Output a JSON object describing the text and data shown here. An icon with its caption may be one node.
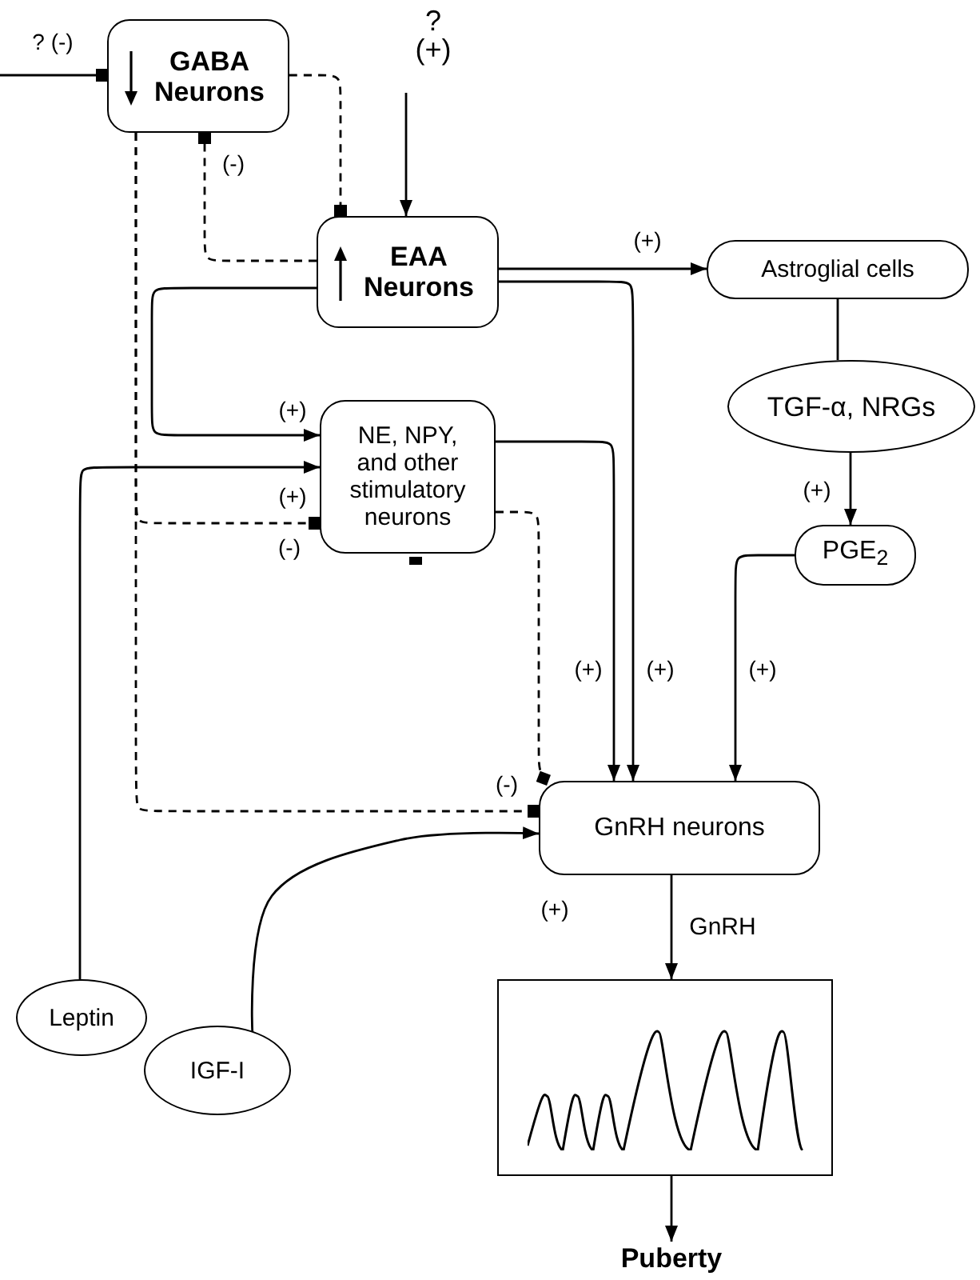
{
  "diagram": {
    "nodes": [
      {
        "text": [
          "GABA Neurons"
        ]
      },
      {
        "text": [
          "EAA Neurons"
        ]
      },
      {
        "text": [
          "Astroglial cells"
        ]
      },
      {
        "text": [
          "NE, NPY, and other stimulatory neurons"
        ]
      },
      {
        "text": [
          "TGF-α, NRGs"
        ]
      },
      {
        "text": [
          "PGE$_{2}$"
        ]
      },
      {
        "text": [
          "GnRH neurons"
        ]
      },
      {
        "text": [
          "Leptin"
        ]
      },
      {
        "text": [
          "IGF-I"
        ]
      },
      {
        "text": [],
        "shape": "box"
      },
      {
        "text": [
          "Puberty"
        ]
      }
    ],
    "edges": [
      {
        "from": null,
        "to": 0,
        "arrow": "other",
        "label": "? (-)"
      },
      {
        "from": 0,
        "to": 1,
        "arrow": "other",
        "style": "dashed"
      },
      {
        "from": 1,
        "to": 0,
        "arrow": "other",
        "style": "dashed",
        "label": "(-)"
      },
      {
        "from": null,
        "to": 1,
        "arrow": "to",
        "label": "? (+)"
      },
      {
        "from": 1,
        "to": 2,
        "arrow": "to",
        "label": "(+)"
      },
      {
        "from": 1,
        "to": 3,
        "arrow": "to",
        "label": "(+)"
      },
      {
        "from": 1,
        "to": 6,
        "arrow": "to",
        "label": "(+)"
      },
      {
        "from": 2,
        "to": 4,
        "arrow": "none"
      },
      {
        "from": 4,
        "to": 5,
        "arrow": "to",
        "label": "(+)"
      },
      {
        "from": 5,
        "to": 6,
        "arrow": "to",
        "label": "(+)"
      },
      {
        "from": 3,
        "to": 6,
        "arrow": "to",
        "label": "(+)"
      },
      {
        "from": 7,
        "to": 3,
        "arrow": "to",
        "label": "(+)"
      },
      {
        "from": 0,
        "to": 3,
        "arrow": "other",
        "style": "dashed",
        "label": "(-)"
      },
      {
        "from": 0,
        "to": 6,
        "arrow": "other",
        "style": "dashed"
      },
      {
        "from": 3,
        "to": 6,
        "arrow": "other",
        "style": "dashed",
        "label": "(-)"
      },
      {
        "from": 8,
        "to": 6,
        "arrow": "to",
        "label": "(+)"
      },
      {
        "from": 6,
        "to": 9,
        "arrow": "to",
        "label": "GnRH"
      },
      {
        "from": 9,
        "to": 10,
        "arrow": "to"
      }
    ]
  }
}
